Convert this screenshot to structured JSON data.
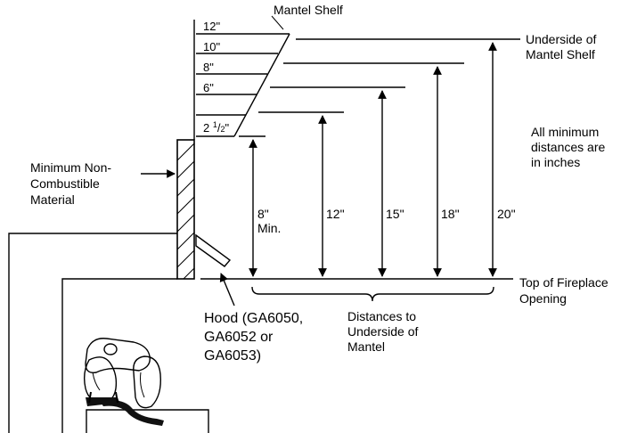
{
  "labels": {
    "mantel_shelf": "Mantel Shelf",
    "underside_line1": "Underside of",
    "underside_line2": "Mantel Shelf",
    "all_min_line1": "All minimum",
    "all_min_line2": "distances are",
    "all_min_line3": "in inches",
    "min_noncomb_line1": "Minimum Non-",
    "min_noncomb_line2": "Combustible",
    "min_noncomb_line3": "Material",
    "top_fp_line1": "Top of Fireplace",
    "top_fp_line2": "Opening",
    "hood_line1": "Hood  (GA6050,",
    "hood_line2": "GA6052 or",
    "hood_line3": "GA6053)",
    "distances_line1": "Distances to",
    "distances_line2": "Underside of",
    "distances_line3": "Mantel",
    "min_8_line1": "8\"",
    "min_8_line2": "Min."
  },
  "shelf_depths": {
    "d12": "12\"",
    "d10": "10\"",
    "d8": "8\"",
    "d6": "6\"",
    "d2_whole": "2 ",
    "d2_num": "1",
    "d2_slash": "/",
    "d2_den": "2",
    "d2_inch": "\""
  },
  "heights": {
    "h12": "12\"",
    "h15": "15\"",
    "h18": "18\"",
    "h20": "20\""
  }
}
